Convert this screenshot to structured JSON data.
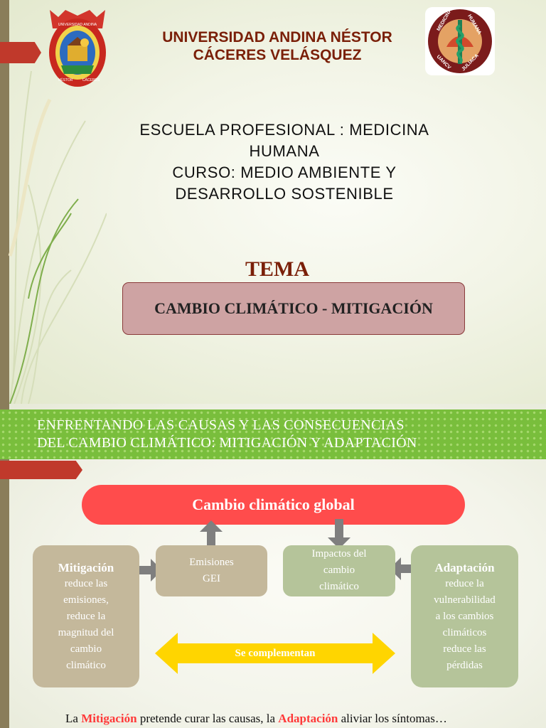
{
  "slide1": {
    "university_title": [
      "UNIVERSIDAD ANDINA NÉSTOR",
      "CÁCERES VELÁSQUEZ"
    ],
    "school_lines": [
      "ESCUELA PROFESIONAL : MEDICINA",
      "HUMANA",
      "CURSO:  MEDIO AMBIENTE Y",
      "DESARROLLO SOSTENIBLE"
    ],
    "tema_label": "TEMA",
    "topic": "CAMBIO CLIMÁTICO - MITIGACIÓN",
    "logo_left": {
      "top_text": "UNIVERSIDAD ANDINA",
      "bottom_left": "NÉSTOR",
      "bottom_right": "CÁCERES"
    },
    "logo_right": {
      "top_left": "MEDICINA",
      "top_right": "HUMANA",
      "bottom_left": "UANCV",
      "bottom_right": "JULIACA"
    }
  },
  "slide2": {
    "banner_lines": [
      "ENFRENTANDO LAS CAUSAS Y LAS CONSECUENCIAS",
      "DEL CAMBIO CLIMÁTICO: MITIGACIÓN Y ADAPTACIÓN"
    ],
    "center_pill": "Cambio climático global",
    "emisiones": [
      "Emisiones",
      "GEI"
    ],
    "impactos": [
      "Impactos del",
      "cambio",
      "climático"
    ],
    "mitigacion": {
      "head": "Mitigación",
      "lines": [
        "reduce las",
        "emisiones,",
        "reduce la",
        "magnitud del",
        "cambio",
        "climático"
      ]
    },
    "adaptacion": {
      "head": "Adaptación",
      "lines": [
        "reduce la",
        "vulnerabilidad",
        "a los cambios",
        "climáticos",
        "reduce las",
        "pérdidas"
      ]
    },
    "complement_label": "Se complementan",
    "footer": {
      "p1": "La ",
      "h1": "Mitigación",
      "p2": " pretende curar las causas, la ",
      "h2": "Adaptación",
      "p3": " aliviar los síntomas…"
    }
  },
  "colors": {
    "accent_red": "#ff4c4c",
    "title_brown": "#7a1f08",
    "banner_green": "#79be3c",
    "khaki_box": "#c4b89b",
    "sage_box": "#b5c49a",
    "arrow_yellow": "#ffd500",
    "arrow_gray": "#7f7f7f"
  }
}
